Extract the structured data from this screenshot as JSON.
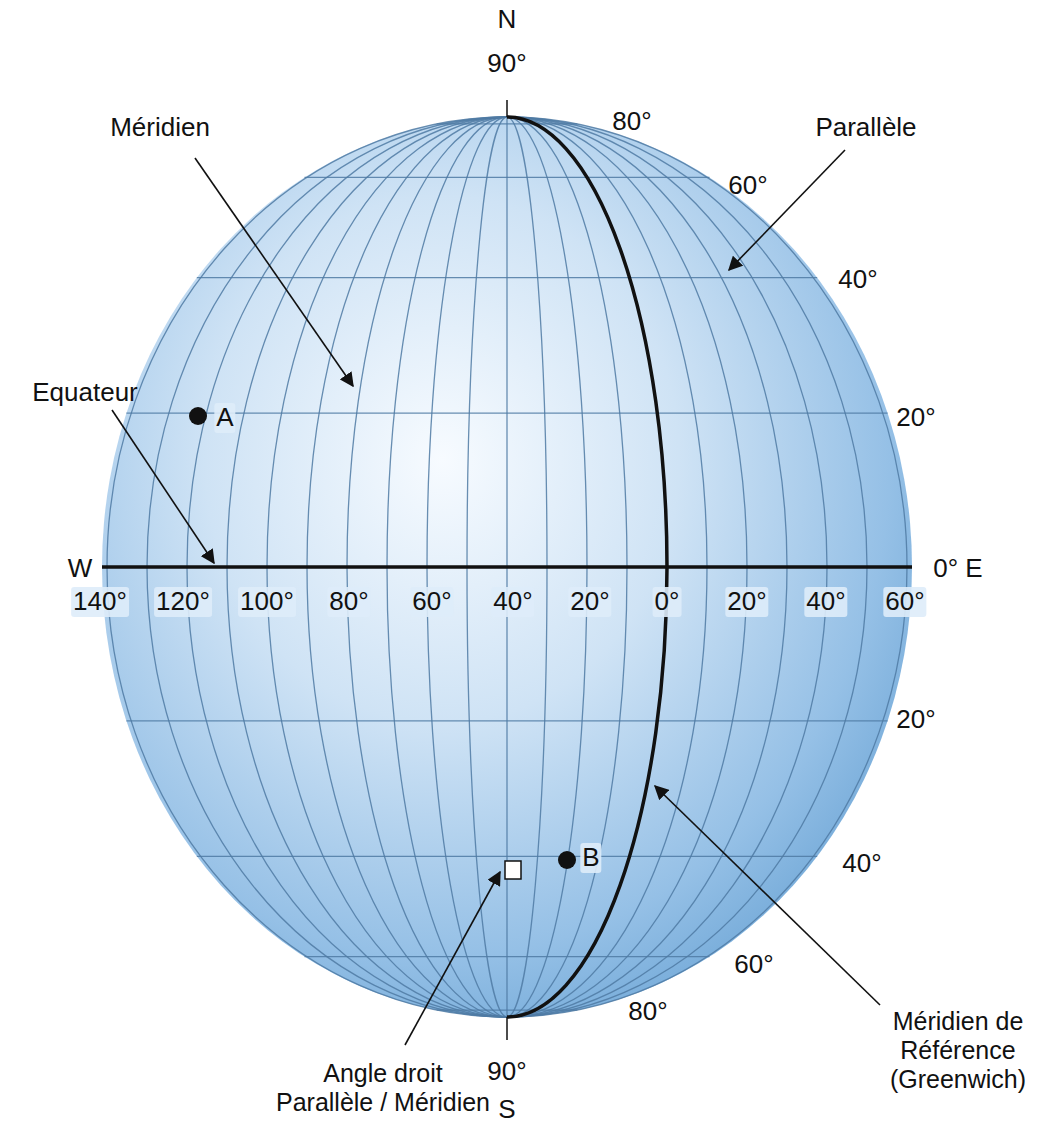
{
  "diagram": {
    "labels": [
      "N",
      "90°",
      "80°",
      "Parallèle",
      "Méridien",
      "60°",
      "40°",
      "A",
      "20°",
      "Equateur",
      "W",
      "0° E",
      "140°",
      "120°",
      "100°",
      "80°",
      "60°",
      "40°",
      "20°",
      "0°",
      "20°",
      "40°",
      "60°",
      "20°",
      "B",
      "40°",
      "60°",
      "80°",
      "Méridien de Référence (Greenwich)",
      "Angle droit Parallèle / Méridien",
      "90°",
      "S"
    ]
  }
}
